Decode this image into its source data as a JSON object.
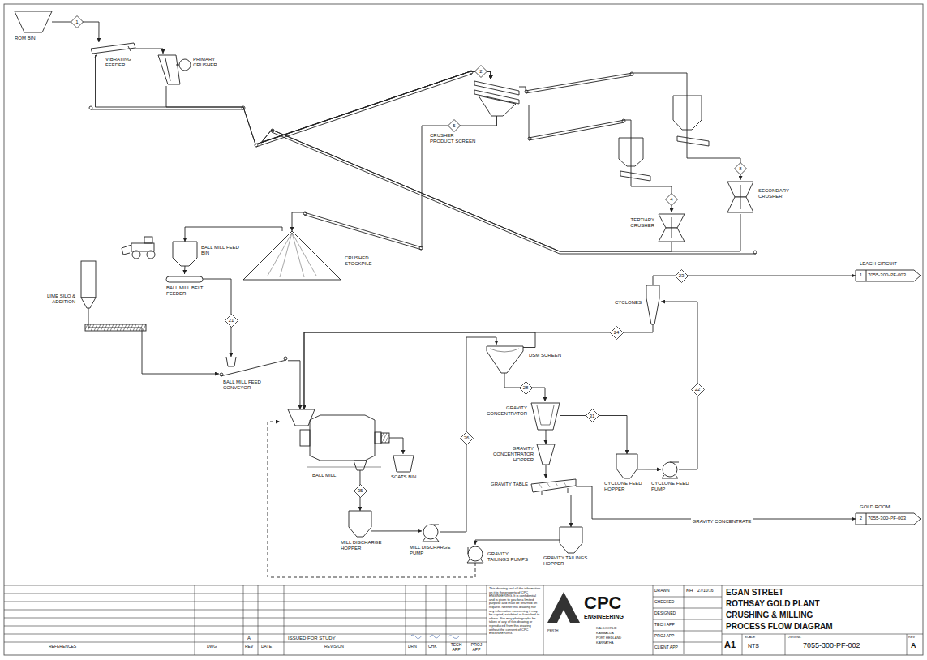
{
  "diagram": {
    "nodes": [
      {
        "text": [
          "ROM BIN"
        ]
      },
      {
        "text": [
          "VIBRATING FEEDER"
        ]
      },
      {
        "text": [
          "PRIMARY CRUSHER"
        ]
      },
      {
        "text": [
          "CRUSHER PRODUCT SCREEN"
        ]
      },
      {
        "text": [
          "SECONDARY CRUSHER"
        ]
      },
      {
        "text": [
          "TERTIARY CRUSHER"
        ]
      },
      {
        "text": [
          "CRUSHED STOCKPILE"
        ]
      },
      {
        "text": [
          "BALL MILL FEED BIN"
        ]
      },
      {
        "text": [
          "BALL MILL BELT FEEDER"
        ]
      },
      {
        "text": [
          "LIME SILO & ADDITION"
        ]
      },
      {
        "text": [
          "BALL MILL FEED CONVEYOR"
        ]
      },
      {
        "text": [
          "BALL MILL"
        ]
      },
      {
        "text": [
          "SCATS BIN"
        ]
      },
      {
        "text": [
          "MILL DISCHARGE HOPPER"
        ]
      },
      {
        "text": [
          "MILL DISCHARGE PUMP"
        ]
      },
      {
        "text": [
          "DSM SCREEN"
        ]
      },
      {
        "text": [
          "GRAVITY CONCENTRATOR"
        ]
      },
      {
        "text": [
          "GRAVITY CONCENTRATOR HOPPER"
        ]
      },
      {
        "text": [
          "GRAVITY TABLE"
        ]
      },
      {
        "text": [
          "GRAVITY TAILINGS HOPPER"
        ]
      },
      {
        "text": [
          "GRAVITY TAILINGS PUMPS"
        ]
      },
      {
        "text": [
          "CYCLONE FEED HOPPER"
        ]
      },
      {
        "text": [
          "CYCLONE FEED PUMP"
        ]
      },
      {
        "text": [
          "CYCLONES"
        ]
      },
      {
        "text": [
          "LEACH CIRCUIT",
          "1",
          "7055-300-PF-003"
        ]
      },
      {
        "text": [
          "GOLD ROOM",
          "2",
          "7055-300-PF-003"
        ]
      }
    ],
    "edges": [
      {
        "from": 0,
        "to": 1,
        "arrow": "to",
        "label": "1"
      },
      {
        "from": 1,
        "to": 2,
        "arrow": "to"
      },
      {
        "from": 1,
        "to": 3,
        "arrow": "to"
      },
      {
        "from": 2,
        "to": 3,
        "arrow": "to",
        "label": "2"
      },
      {
        "from": 3,
        "to": 4,
        "arrow": "to",
        "label": "8"
      },
      {
        "from": 3,
        "to": 5,
        "arrow": "to",
        "label": "4"
      },
      {
        "from": 3,
        "to": 6,
        "arrow": "to",
        "label": "5"
      },
      {
        "from": 4,
        "to": 3,
        "arrow": "to"
      },
      {
        "from": 5,
        "to": 3,
        "arrow": "to"
      },
      {
        "from": 6,
        "to": 7,
        "arrow": "to"
      },
      {
        "from": 7,
        "to": 8,
        "arrow": "to"
      },
      {
        "from": 8,
        "to": 10,
        "arrow": "to",
        "label": "21"
      },
      {
        "from": 9,
        "to": 10,
        "arrow": "to"
      },
      {
        "from": 10,
        "to": 11,
        "arrow": "to"
      },
      {
        "from": 11,
        "to": 12,
        "arrow": "to"
      },
      {
        "from": 11,
        "to": 13,
        "arrow": "to",
        "label": "35"
      },
      {
        "from": 13,
        "to": 14,
        "arrow": "to"
      },
      {
        "from": 14,
        "to": 15,
        "arrow": "to",
        "label": "26"
      },
      {
        "from": 15,
        "to": 16,
        "arrow": "to",
        "label": "28"
      },
      {
        "from": 15,
        "to": 11,
        "arrow": "to"
      },
      {
        "from": 16,
        "to": 17,
        "arrow": "to"
      },
      {
        "from": 16,
        "to": 21,
        "arrow": "to",
        "label": "31"
      },
      {
        "from": 17,
        "to": 18,
        "arrow": "to"
      },
      {
        "from": 18,
        "to": 25,
        "arrow": "to",
        "label": "GRAVITY CONCENTRATE"
      },
      {
        "from": 18,
        "to": 19,
        "arrow": "to"
      },
      {
        "from": 19,
        "to": 20,
        "arrow": "to"
      },
      {
        "from": 20,
        "to": 11,
        "arrow": "to"
      },
      {
        "from": 21,
        "to": 22,
        "arrow": "to"
      },
      {
        "from": 22,
        "to": 23,
        "arrow": "to",
        "label": "22"
      },
      {
        "from": 23,
        "to": 24,
        "arrow": "to",
        "label": "23"
      },
      {
        "from": 23,
        "to": 11,
        "arrow": "to",
        "label": "24"
      }
    ],
    "labels": [
      "REFERENCES",
      "DWG",
      "REV",
      "DATE",
      "REVISION",
      "DRN",
      "CHK",
      "TECH APP",
      "PROJ APP",
      "A",
      "ISSUED FOR STUDY",
      "This drawing and all the information on it is the property of CPC ENGINEERING. It is confidential and is given to you for a limited purpose and must be returned on request. Neither this drawing nor any information concerning it may be copied, exhibited or furnished to others. Nor may photographs be taken of any of this drawing or reproduced from this drawing without the consent of CPC ENGINEERING.",
      "CPC",
      "ENGINEERING",
      "PERTH",
      "KALGOORLIE",
      "KAMBALDA",
      "PORT HEDLAND",
      "KARRATHA",
      "DRAWN",
      "CHECKED",
      "DESIGNED",
      "TECH APP",
      "PROJ APP",
      "CLIENT APP",
      "KH",
      "27/10/16",
      "EGAN STREET",
      "ROTHSAY GOLD PLANT",
      "CRUSHING & MILLING",
      "PROCESS FLOW DIAGRAM",
      "SCALE",
      "A1",
      "NTS",
      "DWG No.",
      "7055-300-PF-002",
      "REV",
      "A"
    ]
  }
}
